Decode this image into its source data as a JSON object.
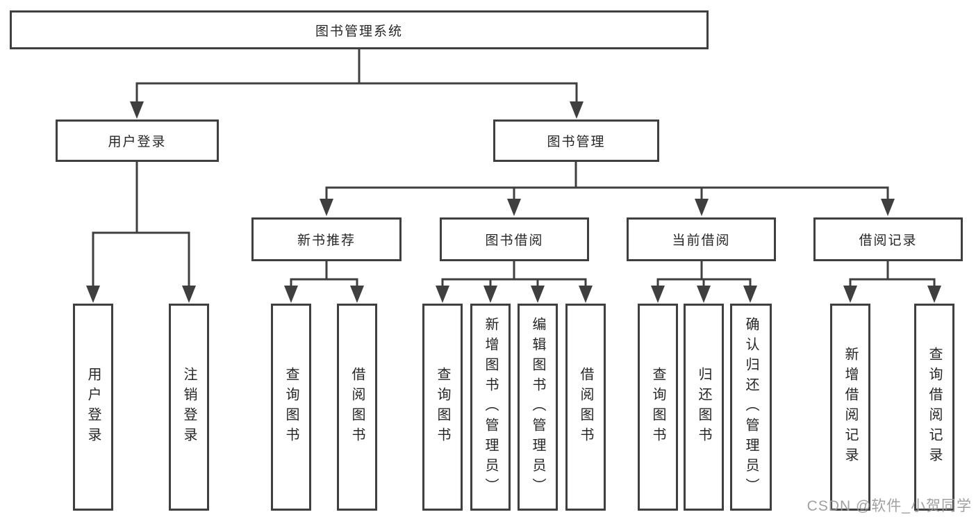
{
  "diagram": {
    "title_note": "functional structure diagram",
    "root": {
      "label": "图书管理系统"
    },
    "level2": [
      {
        "label": "用户登录",
        "children": [
          {
            "label": "用户登录"
          },
          {
            "label": "注销登录"
          }
        ]
      },
      {
        "label": "图书管理",
        "children": [
          {
            "label": "新书推荐",
            "children": [
              {
                "label": "查询图书"
              },
              {
                "label": "借阅图书"
              }
            ]
          },
          {
            "label": "图书借阅",
            "children": [
              {
                "label": "查询图书"
              },
              {
                "label": "新增图书（管理员）"
              },
              {
                "label": "编辑图书（管理员）"
              },
              {
                "label": "借阅图书"
              }
            ]
          },
          {
            "label": "当前借阅",
            "children": [
              {
                "label": "查询图书"
              },
              {
                "label": "归还图书"
              },
              {
                "label": "确认归还（管理员）"
              }
            ]
          },
          {
            "label": "借阅记录",
            "children": [
              {
                "label": "新增借阅记录"
              },
              {
                "label": "查询借阅记录"
              }
            ]
          }
        ]
      }
    ],
    "watermark": "CSDN @软件_小贺同学",
    "colors": {
      "line": "#3f3f3f",
      "text": "#262626",
      "watermark": "#999999",
      "background": "#ffffff"
    }
  }
}
